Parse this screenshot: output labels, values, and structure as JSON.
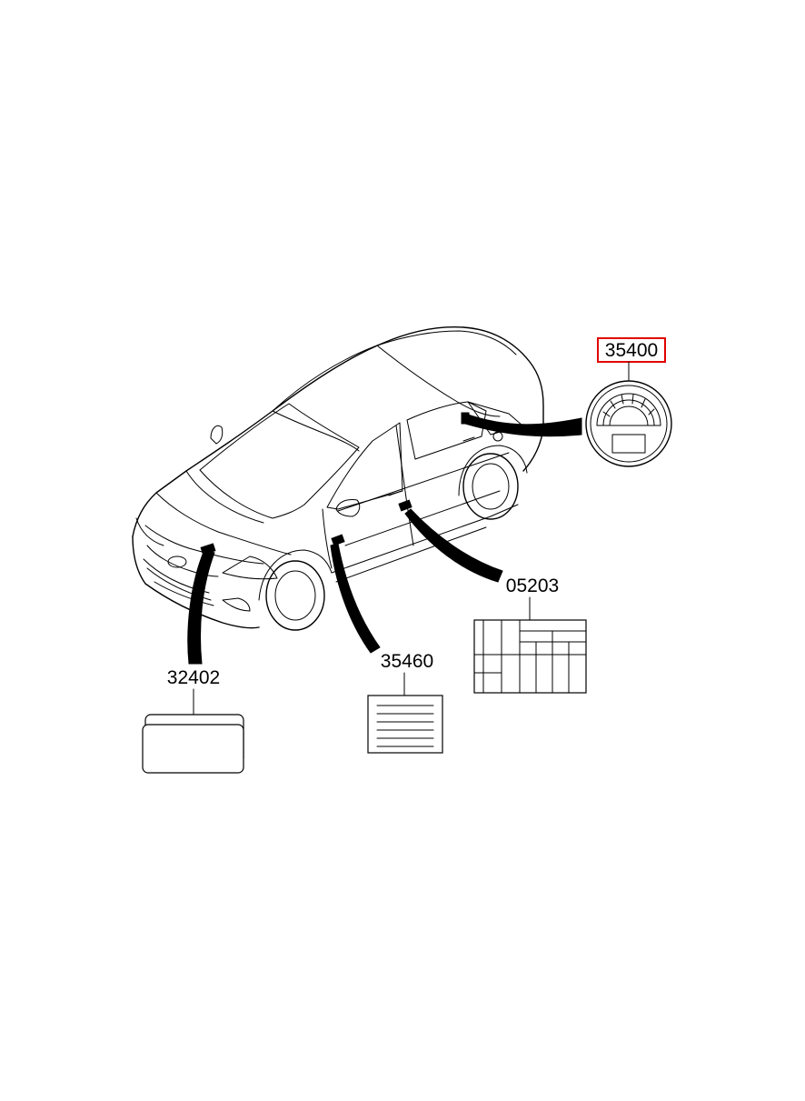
{
  "parts": {
    "p35400": {
      "number": "35400",
      "highlighted": true
    },
    "p32402": {
      "number": "32402",
      "highlighted": false
    },
    "p35460": {
      "number": "35460",
      "highlighted": false
    },
    "p05203": {
      "number": "05203",
      "highlighted": false
    }
  },
  "colors": {
    "line": "#000000",
    "background": "#ffffff",
    "highlight": "#e00000"
  },
  "icons": {
    "p35400": "gauge-label-icon",
    "p32402": "double-card-label-icon",
    "p35460": "lined-label-icon",
    "p05203": "grid-table-label-icon"
  }
}
